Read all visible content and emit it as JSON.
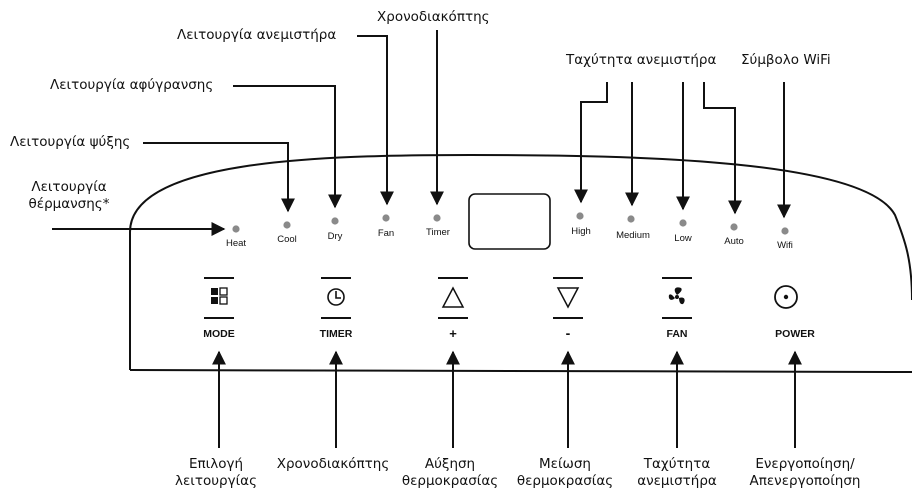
{
  "top_callouts": {
    "heating_mode": [
      "Λειτουργία",
      "θέρμανσης*"
    ],
    "cooling_mode": "Λειτουργία ψύξης",
    "dehumidify_mode": "Λειτουργία αφύγρανσης",
    "fan_mode": "Λειτουργία ανεμιστήρα",
    "timer": "Χρονοδιακόπτης",
    "fan_speed": "Ταχύτητα ανεμιστήρα",
    "wifi_symbol": "Σύμβολο WiFi"
  },
  "indicators": {
    "heat": "Heat",
    "cool": "Cool",
    "dry": "Dry",
    "fan": "Fan",
    "timer": "Timer",
    "high": "High",
    "medium": "Medium",
    "low": "Low",
    "auto": "Auto",
    "wifi": "Wifi"
  },
  "buttons": {
    "mode": "MODE",
    "timer": "TIMER",
    "plus": "+",
    "minus": "-",
    "fan": "FAN",
    "power": "POWER"
  },
  "bottom_callouts": {
    "mode_select": [
      "Επιλογή",
      "λειτουργίας"
    ],
    "timer": [
      "Χρονοδιακόπτης"
    ],
    "temp_up": [
      "Αύξηση",
      "θερμοκρασίας"
    ],
    "temp_down": [
      "Μείωση",
      "θερμοκρασίας"
    ],
    "fan_speed": [
      "Ταχύτητα",
      "ανεμιστήρα"
    ],
    "power": [
      "Ενεργοποίηση/",
      "Απενεργοποίηση"
    ]
  },
  "icons": {
    "mode": "mode-squares-icon",
    "timer": "clock-icon",
    "plus": "triangle-up-icon",
    "minus": "triangle-down-icon",
    "fan": "fan-icon",
    "power": "power-icon"
  }
}
